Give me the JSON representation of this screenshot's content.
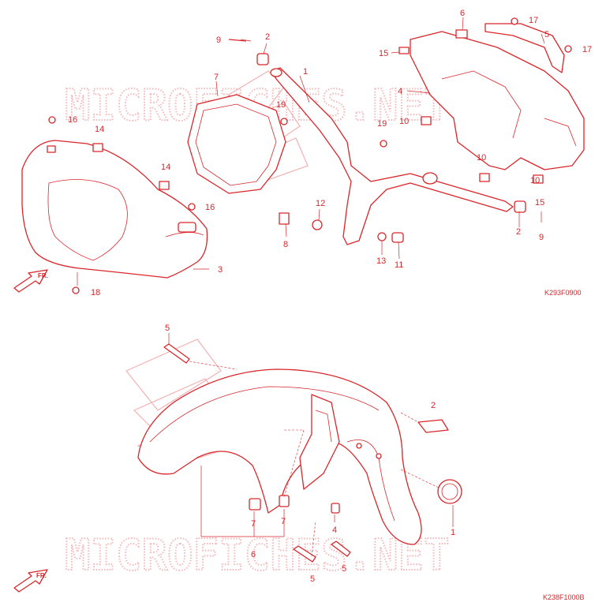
{
  "watermark": {
    "text": "MICROFICHES.NET"
  },
  "top_diagram": {
    "code": "K293F0900",
    "direction_label": "FR.",
    "callouts": [
      "1",
      "2",
      "2",
      "3",
      "4",
      "5",
      "6",
      "7",
      "8",
      "9",
      "9",
      "10",
      "10",
      "10",
      "11",
      "12",
      "13",
      "14",
      "14",
      "15",
      "15",
      "16",
      "16",
      "17",
      "17",
      "18",
      "19",
      "19"
    ]
  },
  "bottom_diagram": {
    "code": "K238F1000B",
    "direction_label": "FR.",
    "callouts": [
      "1",
      "2",
      "4",
      "5",
      "5",
      "5",
      "6",
      "7",
      "7"
    ]
  },
  "colors": {
    "line": "#d9262b",
    "watermark": "#f4b8ba"
  }
}
